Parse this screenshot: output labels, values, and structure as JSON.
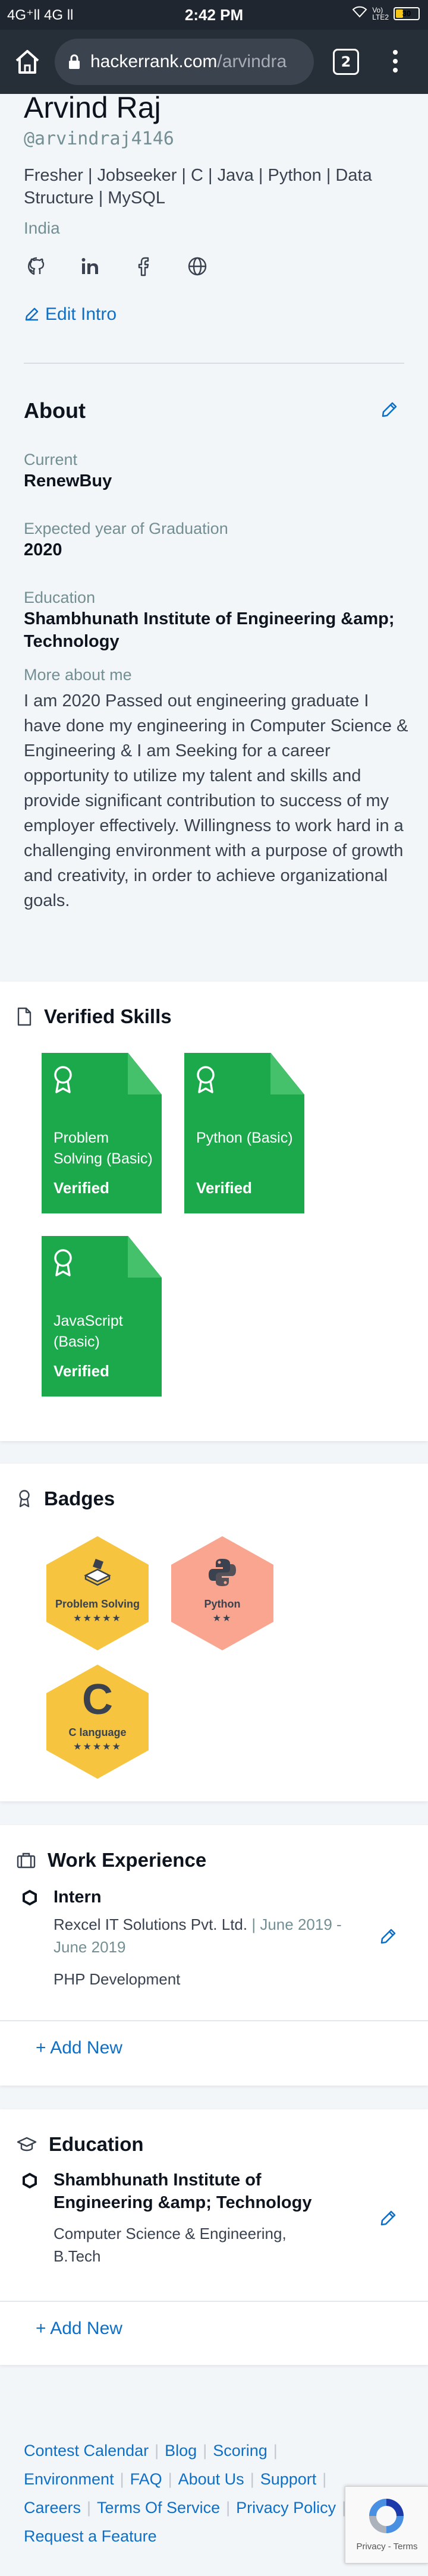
{
  "status_bar": {
    "left": "4G⁺ll 4G ll",
    "time": "2:42 PM",
    "battery": "30"
  },
  "browser": {
    "url_host": "hackerrank.com",
    "url_path": "/arvindra",
    "tab_count": "2"
  },
  "profile": {
    "name": "Arvind Raj",
    "username": "@arvindraj4146",
    "headline": "Fresher | Jobseeker | C | Java | Python | Data Structure | MySQL",
    "country": "India",
    "socials": [
      "github-icon",
      "linkedin-icon",
      "facebook-icon",
      "globe-icon"
    ],
    "edit_intro": "Edit Intro"
  },
  "about": {
    "title": "About",
    "current_label": "Current",
    "current_value": "RenewBuy",
    "grad_label": "Expected year of Graduation",
    "grad_value": "2020",
    "edu_label": "Education",
    "edu_value": "Shambhunath Institute of Engineering &amp; Technology",
    "more_label": "More about me",
    "more_text": "I am 2020 Passed out engineering graduate I have done my engineering in Computer Science & Engineering & I am Seeking for a career opportunity to utilize my talent and skills and provide significant contribution to success of my employer effectively. Willingness to work hard in a challenging environment with a purpose of growth and creativity, in order to achieve organizational goals."
  },
  "verified_skills": {
    "title": "Verified Skills",
    "items": [
      {
        "name": "Problem Solving (Basic)",
        "status": "Verified"
      },
      {
        "name": "Python (Basic)",
        "status": "Verified"
      },
      {
        "name": "JavaScript (Basic)",
        "status": "Verified"
      }
    ]
  },
  "badges": {
    "title": "Badges",
    "items": [
      {
        "name": "Problem Solving",
        "stars": "★★★★★",
        "color": "#f6c43f"
      },
      {
        "name": "Python",
        "stars": "★★",
        "color": "#f9a58f"
      },
      {
        "name": "C language",
        "stars": "★★★★★",
        "color": "#f6c43f"
      }
    ]
  },
  "work": {
    "title": "Work Experience",
    "role": "Intern",
    "company": "Rexcel IT Solutions Pvt. Ltd.",
    "dates": "| June 2019 - June 2019",
    "description": "PHP Development",
    "add_new": "+ Add New"
  },
  "education": {
    "title": "Education",
    "school": "Shambhunath Institute of Engineering &amp; Technology",
    "degree": "Computer Science & Engineering, B.Tech",
    "add_new": "+ Add New"
  },
  "footer": {
    "links": [
      "Contest Calendar",
      "Blog",
      "Scoring",
      "Environment",
      "FAQ",
      "About Us",
      "Support",
      "Careers",
      "Terms Of Service",
      "Privacy Policy",
      "Request a Feature"
    ],
    "recaptcha": "Privacy - Terms"
  },
  "colors": {
    "green": "#1ba94c",
    "link_blue": "#0e6fc7",
    "gold": "#f6c43f",
    "salmon": "#f9a58f"
  }
}
